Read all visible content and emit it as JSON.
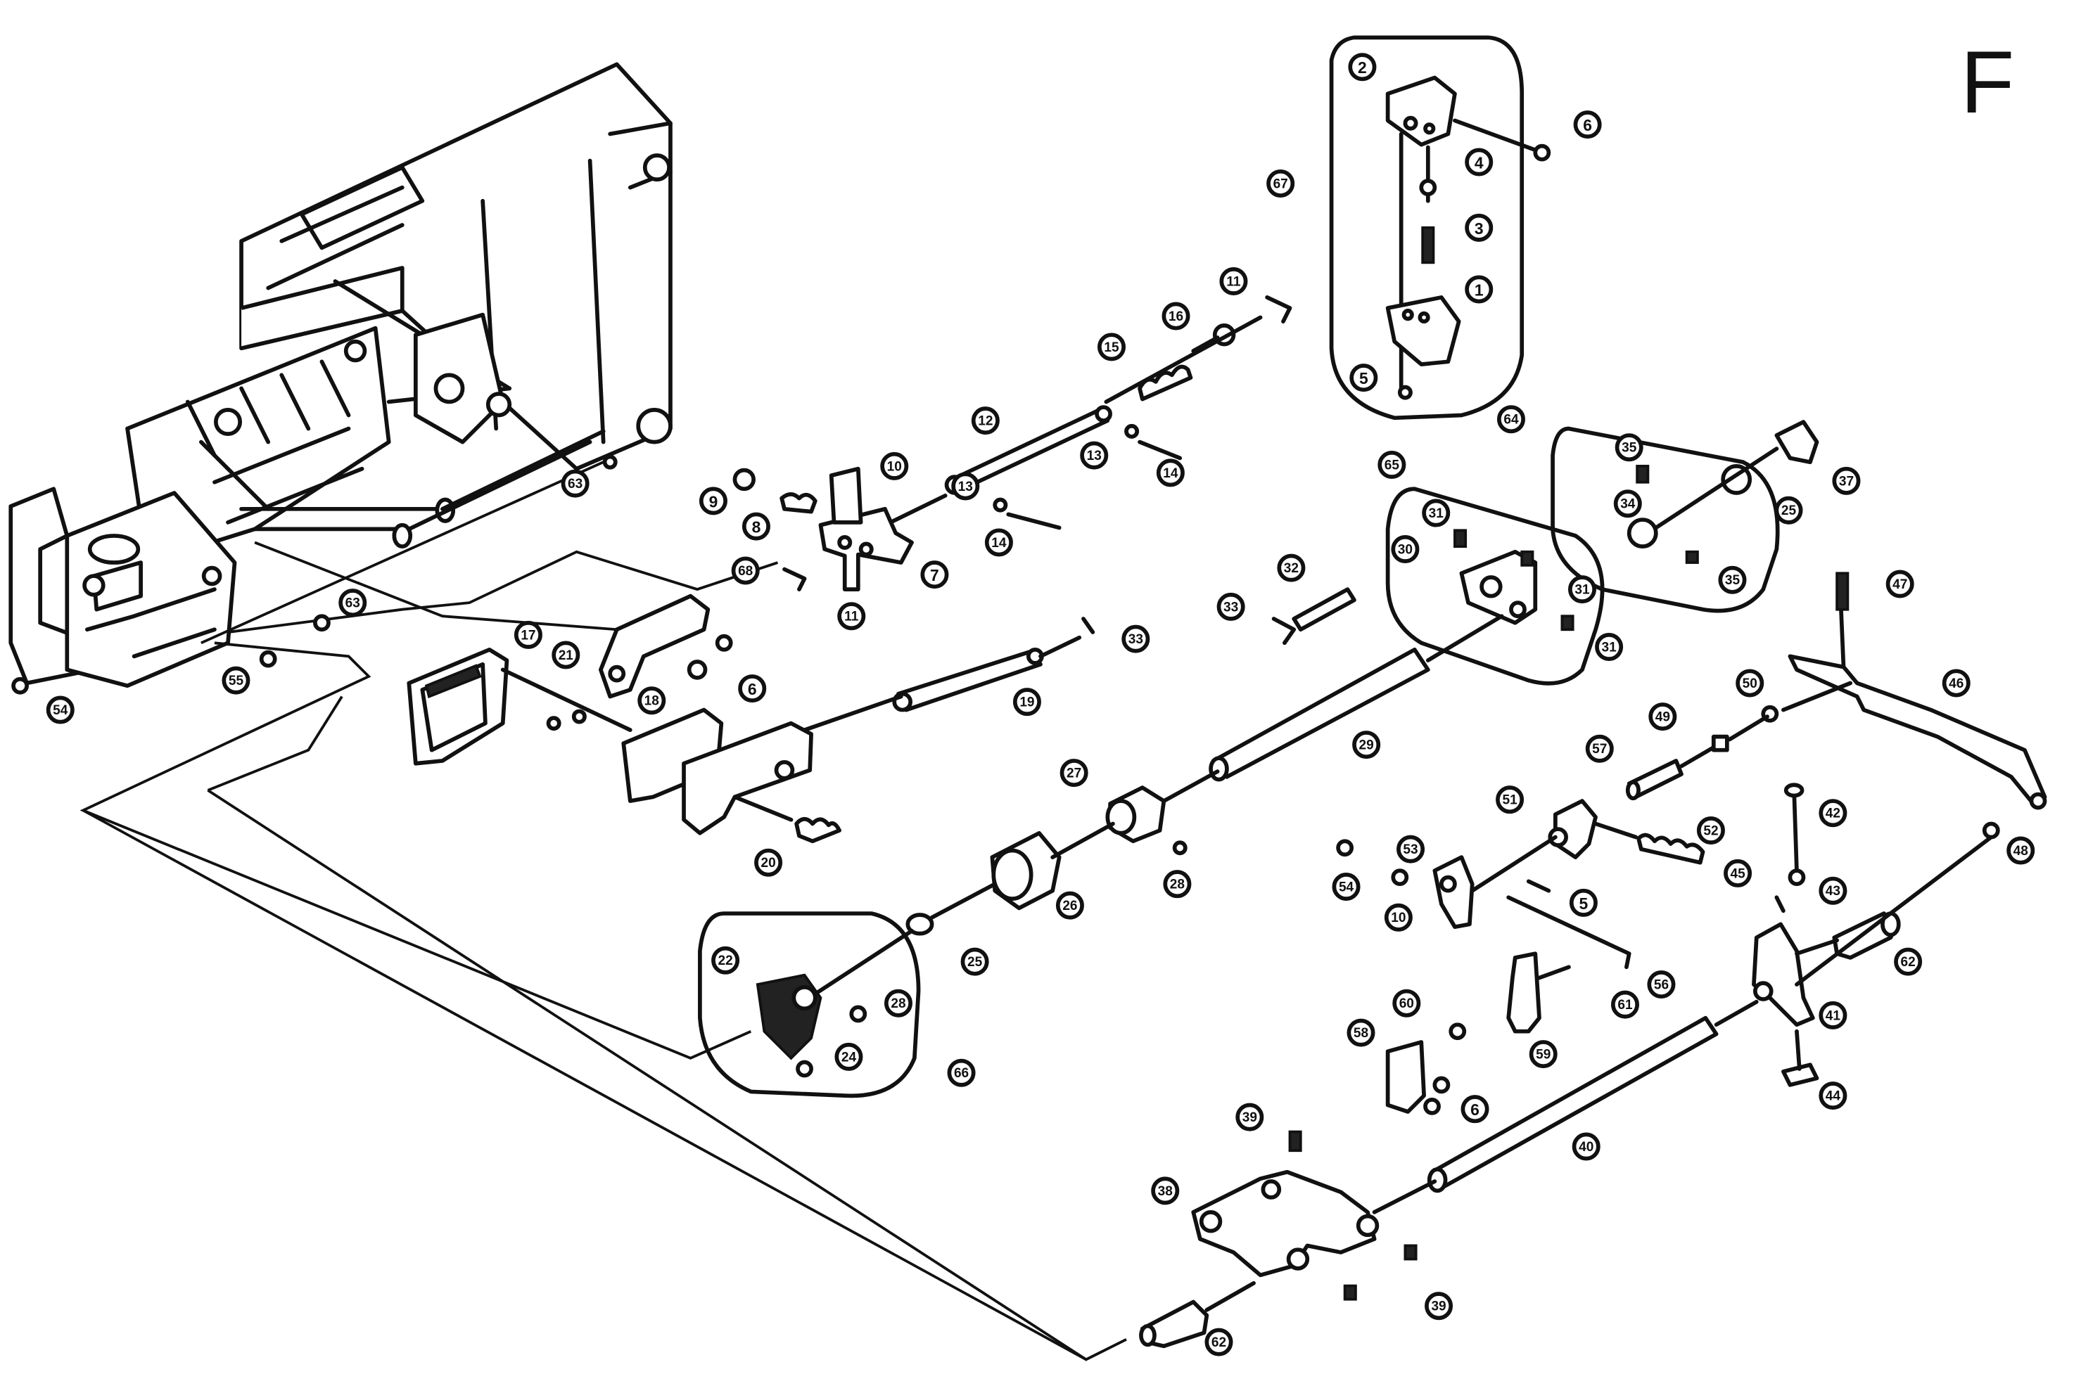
{
  "sheet_letter": "F",
  "callouts": [
    {
      "label": "1"
    },
    {
      "label": "2"
    },
    {
      "label": "3"
    },
    {
      "label": "4"
    },
    {
      "label": "5"
    },
    {
      "label": "6"
    },
    {
      "label": "67"
    },
    {
      "label": "11"
    },
    {
      "label": "16"
    },
    {
      "label": "15"
    },
    {
      "label": "12"
    },
    {
      "label": "13"
    },
    {
      "label": "14"
    },
    {
      "label": "10"
    },
    {
      "label": "9"
    },
    {
      "label": "8"
    },
    {
      "label": "13"
    },
    {
      "label": "14"
    },
    {
      "label": "7"
    },
    {
      "label": "11"
    },
    {
      "label": "68"
    },
    {
      "label": "6"
    },
    {
      "label": "63"
    },
    {
      "label": "63"
    },
    {
      "label": "17"
    },
    {
      "label": "21"
    },
    {
      "label": "18"
    },
    {
      "label": "19"
    },
    {
      "label": "33"
    },
    {
      "label": "20"
    },
    {
      "label": "55"
    },
    {
      "label": "54"
    },
    {
      "label": "65"
    },
    {
      "label": "31"
    },
    {
      "label": "30"
    },
    {
      "label": "31"
    },
    {
      "label": "31"
    },
    {
      "label": "32"
    },
    {
      "label": "33"
    },
    {
      "label": "64"
    },
    {
      "label": "35"
    },
    {
      "label": "34"
    },
    {
      "label": "35"
    },
    {
      "label": "25"
    },
    {
      "label": "37"
    },
    {
      "label": "29"
    },
    {
      "label": "27"
    },
    {
      "label": "28"
    },
    {
      "label": "26"
    },
    {
      "label": "25"
    },
    {
      "label": "22"
    },
    {
      "label": "28"
    },
    {
      "label": "24"
    },
    {
      "label": "66"
    },
    {
      "label": "47"
    },
    {
      "label": "46"
    },
    {
      "label": "50"
    },
    {
      "label": "49"
    },
    {
      "label": "57"
    },
    {
      "label": "51"
    },
    {
      "label": "52"
    },
    {
      "label": "53"
    },
    {
      "label": "54"
    },
    {
      "label": "10"
    },
    {
      "label": "5"
    },
    {
      "label": "56"
    },
    {
      "label": "61"
    },
    {
      "label": "60"
    },
    {
      "label": "58"
    },
    {
      "label": "59"
    },
    {
      "label": "6"
    },
    {
      "label": "42"
    },
    {
      "label": "43"
    },
    {
      "label": "45"
    },
    {
      "label": "48"
    },
    {
      "label": "62"
    },
    {
      "label": "41"
    },
    {
      "label": "44"
    },
    {
      "label": "40"
    },
    {
      "label": "39"
    },
    {
      "label": "38"
    },
    {
      "label": "39"
    },
    {
      "label": "62"
    }
  ]
}
